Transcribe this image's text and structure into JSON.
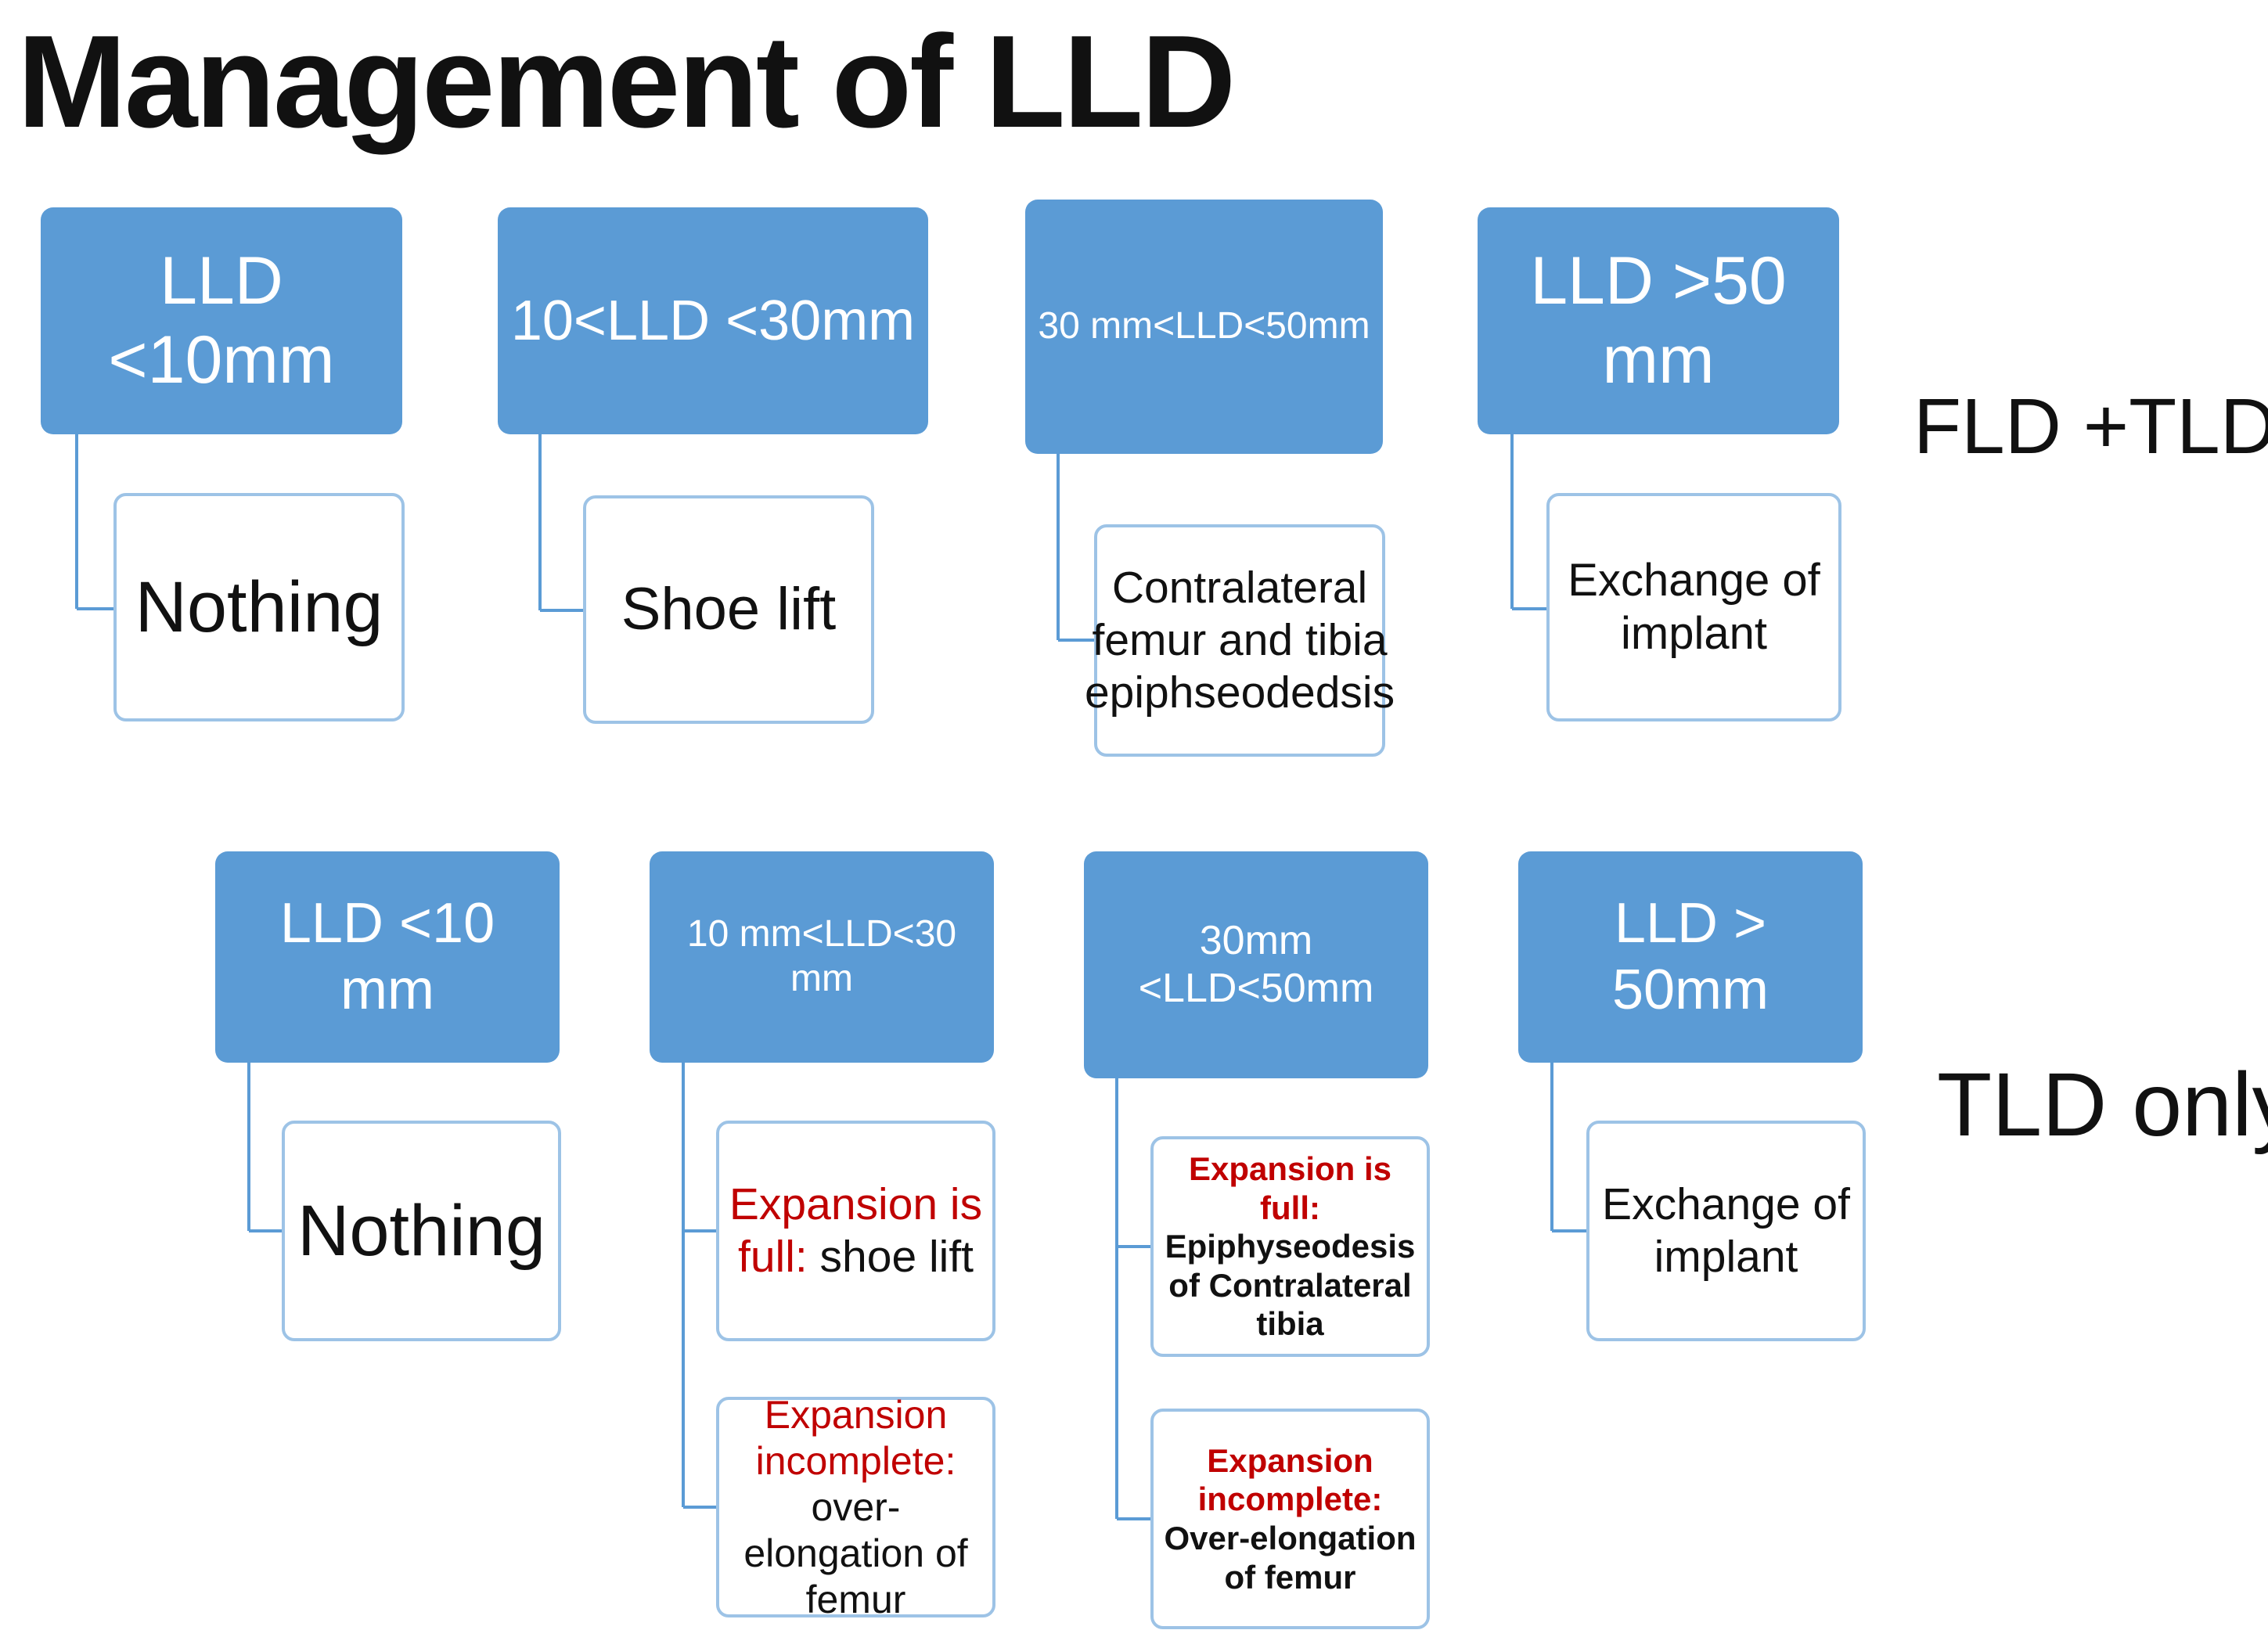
{
  "title": "Management of LLD",
  "rows": [
    {
      "label": "FLD +TLD",
      "columns": [
        {
          "header": "LLD <10mm",
          "children": [
            {
              "text": "Nothing"
            }
          ]
        },
        {
          "header": "10<LLD <30mm",
          "children": [
            {
              "text": "Shoe lift"
            }
          ]
        },
        {
          "header": "30 mm<LLD<50mm",
          "children": [
            {
              "text": "Contralateral femur and tibia epiphseodedsis"
            }
          ]
        },
        {
          "header": "LLD >50 mm",
          "children": [
            {
              "text": "Exchange of implant"
            }
          ]
        }
      ]
    },
    {
      "label": "TLD only",
      "columns": [
        {
          "header": "LLD <10 mm",
          "children": [
            {
              "text": "Nothing"
            }
          ]
        },
        {
          "header": "10 mm<LLD<30 mm",
          "children": [
            {
              "highlight": "Expansion is full:",
              "text": "shoe lift"
            },
            {
              "highlight": "Expansion incomplete:",
              "text": "over-elongation of femur"
            }
          ]
        },
        {
          "header": "30mm <LLD<50mm",
          "children": [
            {
              "highlight": "Expansion is full:",
              "text": "Epiphyseodesis of Contralateral tibia"
            },
            {
              "highlight": "Expansion incomplete:",
              "text": "Over-elongation of femur"
            }
          ]
        },
        {
          "header": "LLD > 50mm",
          "children": [
            {
              "text": "Exchange of implant"
            }
          ]
        }
      ]
    }
  ],
  "colors": {
    "header_fill": "#5b9bd5",
    "child_border": "#9dc3e6",
    "connector": "#5b9bd5",
    "highlight_text": "#c00000",
    "text": "#111111"
  }
}
